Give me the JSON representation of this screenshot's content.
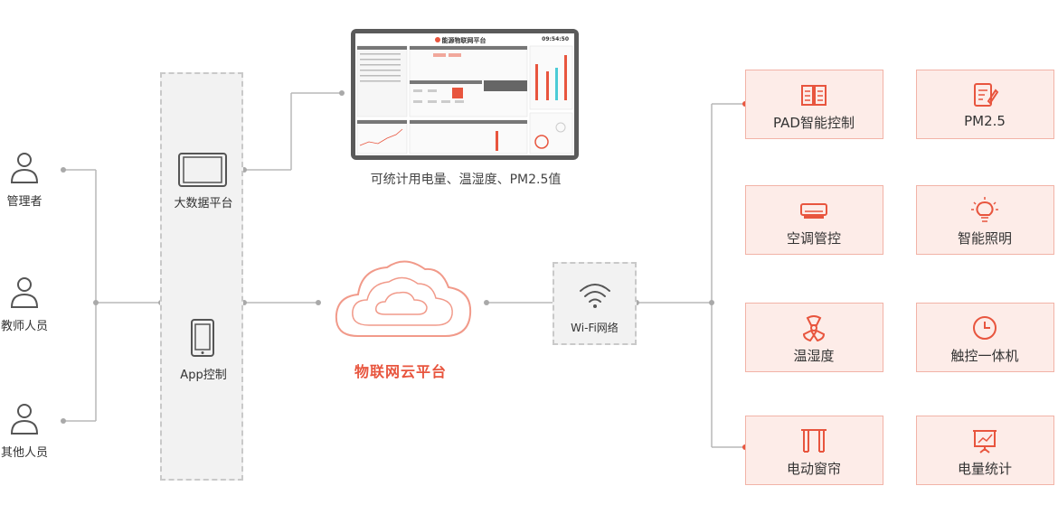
{
  "users": [
    {
      "label": "管理者",
      "icon": "person-icon"
    },
    {
      "label": "教师人员",
      "icon": "person-icon"
    },
    {
      "label": "其他人员",
      "icon": "person-icon"
    }
  ],
  "control_panel": {
    "items": [
      {
        "label": "大数据平台",
        "icon": "tablet-icon"
      },
      {
        "label": "App控制",
        "icon": "phone-icon"
      }
    ]
  },
  "dashboard": {
    "caption": "可统计用电量、温湿度、PM2.5值",
    "title": "能源物联网平台",
    "time": "09:54:50"
  },
  "cloud": {
    "label": "物联网云平台",
    "icon": "cloud-icon"
  },
  "wifi": {
    "label": "Wi-Fi网络",
    "icon": "wifi-icon"
  },
  "devices": [
    {
      "label": "PAD智能控制",
      "icon": "book-icon"
    },
    {
      "label": "PM2.5",
      "icon": "document-edit-icon"
    },
    {
      "label": "空调管控",
      "icon": "air-conditioner-icon"
    },
    {
      "label": "智能照明",
      "icon": "lightbulb-icon"
    },
    {
      "label": "温湿度",
      "icon": "radiation-icon"
    },
    {
      "label": "触控一体机",
      "icon": "clock-icon"
    },
    {
      "label": "电动窗帘",
      "icon": "curtain-icon"
    },
    {
      "label": "电量统计",
      "icon": "chart-board-icon"
    }
  ],
  "colors": {
    "accent": "#e8553e",
    "line": "#b5b5b5",
    "device_bg": "#fdece8",
    "device_border": "#f2b3a7"
  }
}
